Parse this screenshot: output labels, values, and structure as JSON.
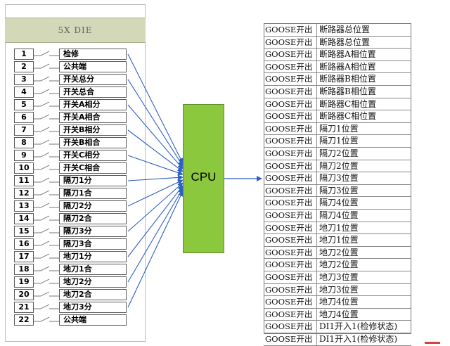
{
  "die_title": "5X DIE",
  "cpu_label": "CPU",
  "colors": {
    "arrow": "#2e5fc4",
    "cpu_fill": "#8cc83e",
    "header_fill": "#d3d8b9"
  },
  "terminals": [
    {
      "num": "1",
      "label": "检修"
    },
    {
      "num": "2",
      "label": "公共端"
    },
    {
      "num": "3",
      "label": "开关总分"
    },
    {
      "num": "4",
      "label": "开关总合"
    },
    {
      "num": "5",
      "label": "开关A相分"
    },
    {
      "num": "6",
      "label": "开关A相合"
    },
    {
      "num": "7",
      "label": "开关B相分"
    },
    {
      "num": "8",
      "label": "开关B相合"
    },
    {
      "num": "9",
      "label": "开关C相分"
    },
    {
      "num": "10",
      "label": "开关C相合"
    },
    {
      "num": "11",
      "label": "隔刀1分"
    },
    {
      "num": "12",
      "label": "隔刀1合"
    },
    {
      "num": "13",
      "label": "隔刀2分"
    },
    {
      "num": "14",
      "label": "隔刀2合"
    },
    {
      "num": "15",
      "label": "隔刀3分"
    },
    {
      "num": "16",
      "label": "隔刀3合"
    },
    {
      "num": "17",
      "label": "地刀1分"
    },
    {
      "num": "18",
      "label": "地刀1合"
    },
    {
      "num": "19",
      "label": "地刀2分"
    },
    {
      "num": "20",
      "label": "地刀2合"
    },
    {
      "num": "21",
      "label": "地刀3分"
    },
    {
      "num": "22",
      "label": "公共端"
    }
  ],
  "goose_rows": [
    {
      "type": "GOOSE开出",
      "point": "断路器总位置"
    },
    {
      "type": "GOOSE开出",
      "point": "断路器总位置"
    },
    {
      "type": "GOOSE开出",
      "point": "断路器A相位置"
    },
    {
      "type": "GOOSE开出",
      "point": "断路器A相位置"
    },
    {
      "type": "GOOSE开出",
      "point": "断路器B相位置"
    },
    {
      "type": "GOOSE开出",
      "point": "断路器B相位置"
    },
    {
      "type": "GOOSE开出",
      "point": "断路器C相位置"
    },
    {
      "type": "GOOSE开出",
      "point": "断路器C相位置"
    },
    {
      "type": "GOOSE开出",
      "point": "隔刀1位置"
    },
    {
      "type": "GOOSE开出",
      "point": "隔刀1位置"
    },
    {
      "type": "GOOSE开出",
      "point": "隔刀2位置"
    },
    {
      "type": "GOOSE开出",
      "point": "隔刀2位置"
    },
    {
      "type": "GOOSE开出",
      "point": "隔刀3位置"
    },
    {
      "type": "GOOSE开出",
      "point": "隔刀3位置"
    },
    {
      "type": "GOOSE开出",
      "point": "隔刀4位置"
    },
    {
      "type": "GOOSE开出",
      "point": "隔刀4位置"
    },
    {
      "type": "GOOSE开出",
      "point": "地刀1位置"
    },
    {
      "type": "GOOSE开出",
      "point": "地刀1位置"
    },
    {
      "type": "GOOSE开出",
      "point": "地刀2位置"
    },
    {
      "type": "GOOSE开出",
      "point": "地刀2位置"
    },
    {
      "type": "GOOSE开出",
      "point": "地刀3位置"
    },
    {
      "type": "GOOSE开出",
      "point": "地刀3位置"
    },
    {
      "type": "GOOSE开出",
      "point": "地刀4位置"
    },
    {
      "type": "GOOSE开出",
      "point": "地刀4位置"
    },
    {
      "type": "GOOSE开出",
      "point": "DI1开入1(检修状态)"
    },
    {
      "type": "GOOSE开出",
      "point": "DI1开入1(检修状态)"
    }
  ]
}
